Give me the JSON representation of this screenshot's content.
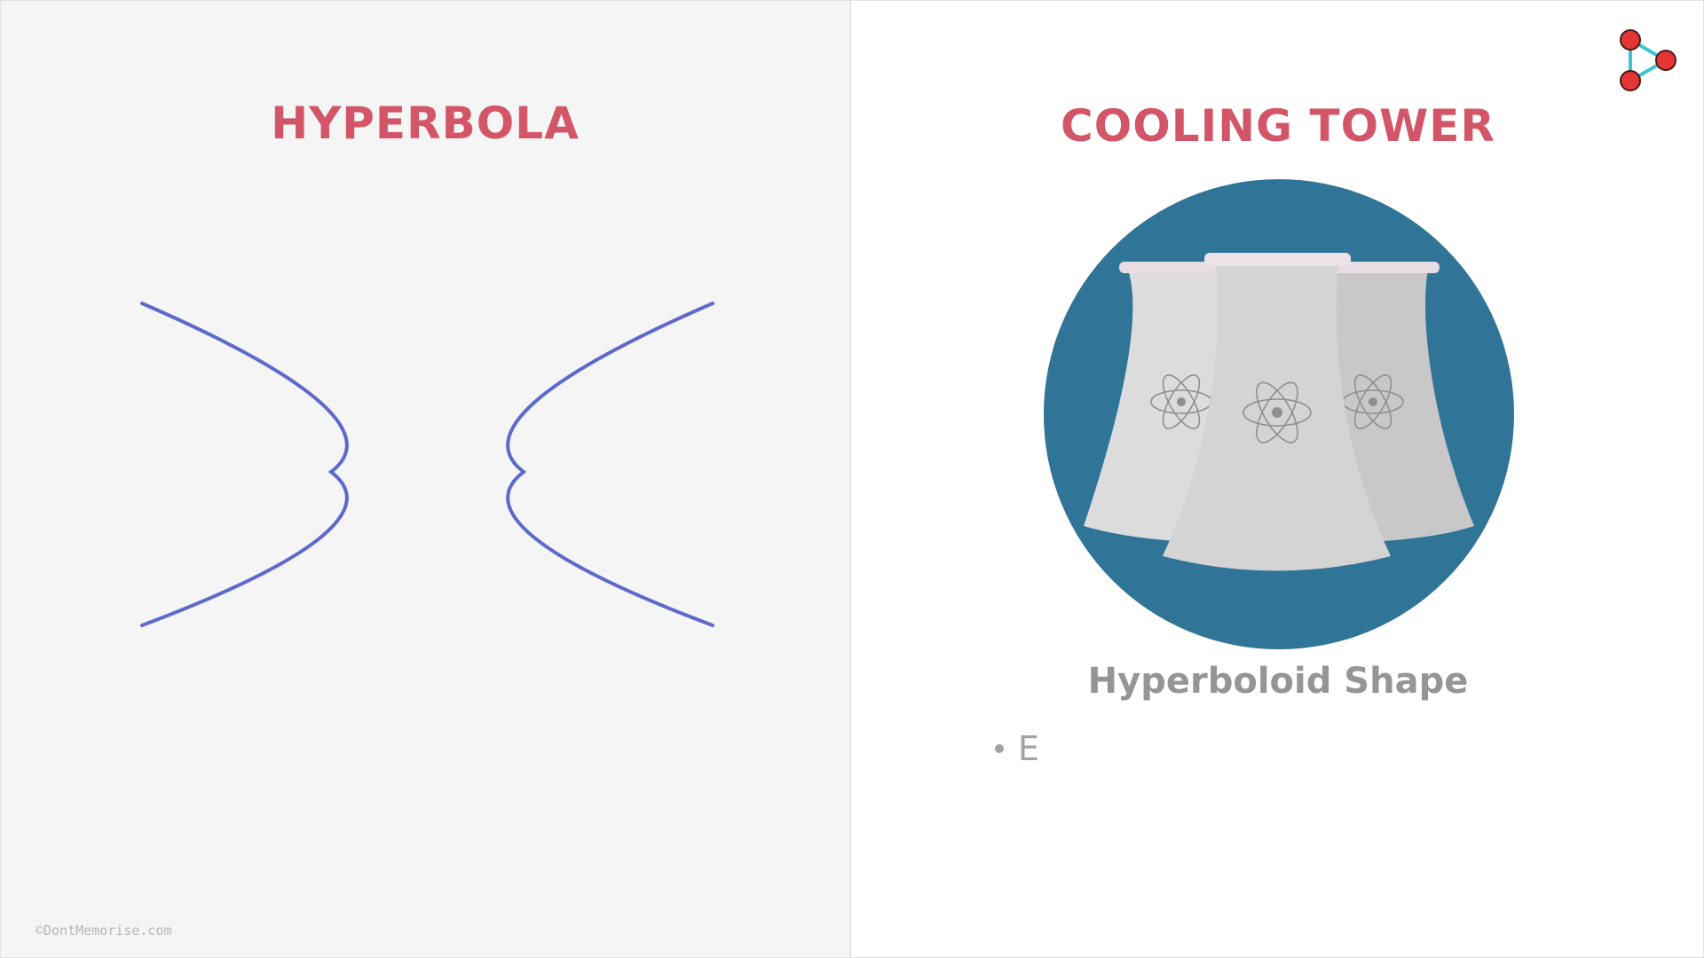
{
  "colors": {
    "title": "#d35668",
    "curve": "#5e69cb",
    "circle_bg": "#307498",
    "caption": "#959595",
    "logo_node": "#e53535",
    "logo_edge": "#3ec3d6"
  },
  "left": {
    "title": "HYPERBOLA",
    "watermark": "©DontMemorise.com"
  },
  "right": {
    "title": "COOLING TOWER",
    "illustration_icon": "cooling-towers-illustration",
    "caption": "Hyperboloid Shape",
    "bullet": "E"
  },
  "logo": {
    "icon": "play-triangle-logo"
  }
}
